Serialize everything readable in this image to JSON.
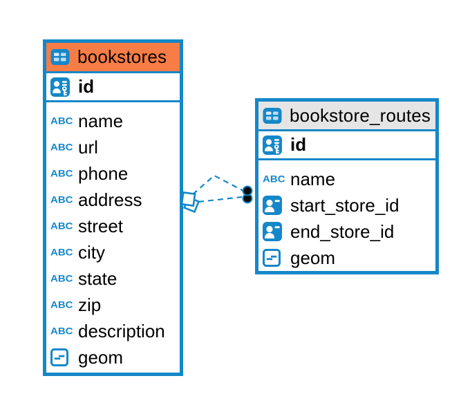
{
  "colors": {
    "accent_blue": "#1487C9",
    "selected_orange": "#F87C45",
    "header_gray": "#E5E5E5",
    "canvas_bg": "#FFFFFF",
    "text": "#000000",
    "dot_black": "#0B0B0B",
    "icon_cell_light": "#BFDCF2",
    "icon_cell_lighter": "#D9EAF7"
  },
  "diagram": {
    "tables": [
      {
        "name": "bookstores",
        "header_variant": "selected-orange",
        "table_icon": "table-icon",
        "primary_key": {
          "label": "id",
          "icon": "user-key-icon"
        },
        "columns": [
          {
            "label": "name",
            "icon": "text-abc-icon"
          },
          {
            "label": "url",
            "icon": "text-abc-icon"
          },
          {
            "label": "phone",
            "icon": "text-abc-icon"
          },
          {
            "label": "address",
            "icon": "text-abc-icon"
          },
          {
            "label": "street",
            "icon": "text-abc-icon"
          },
          {
            "label": "city",
            "icon": "text-abc-icon"
          },
          {
            "label": "state",
            "icon": "text-abc-icon"
          },
          {
            "label": "zip",
            "icon": "text-abc-icon"
          },
          {
            "label": "description",
            "icon": "text-abc-icon"
          },
          {
            "label": "geom",
            "icon": "geometry-icon"
          }
        ]
      },
      {
        "name": "bookstore_routes",
        "header_variant": "default-gray",
        "table_icon": "table-icon",
        "primary_key": {
          "label": "id",
          "icon": "user-key-icon"
        },
        "columns": [
          {
            "label": "name",
            "icon": "text-abc-icon"
          },
          {
            "label": "start_store_id",
            "icon": "user-ref-icon"
          },
          {
            "label": "end_store_id",
            "icon": "user-ref-icon"
          },
          {
            "label": "geom",
            "icon": "geometry-icon"
          }
        ]
      }
    ],
    "relationships": [
      {
        "endpoint_a": "bookstores",
        "endpoint_b": "bookstore_routes",
        "line_style": "dashed",
        "a_marker": "diamond",
        "b_marker": "dot"
      },
      {
        "endpoint_a": "bookstores",
        "endpoint_b": "bookstore_routes",
        "line_style": "dashed",
        "a_marker": "diamond",
        "b_marker": "dot"
      }
    ],
    "abc_icon_text": "ABC"
  }
}
